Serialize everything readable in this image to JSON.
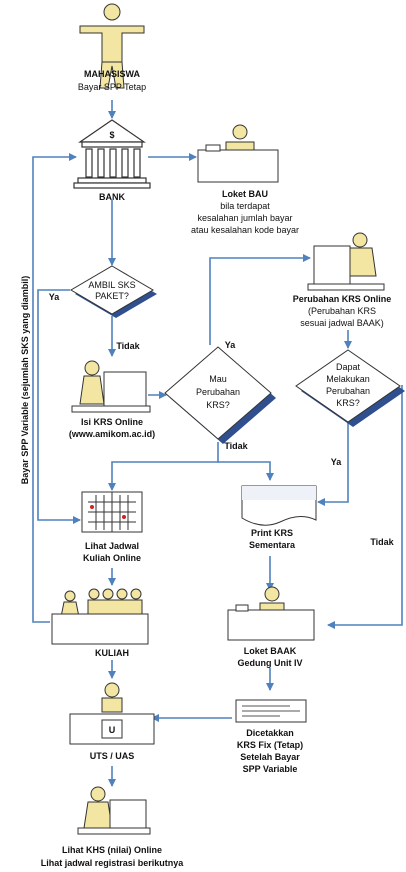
{
  "nodes": {
    "mahasiswa": {
      "title": "MAHASISWA",
      "subtitle": "Bayar SPP Tetap"
    },
    "bank": {
      "title": "BANK",
      "symbol": "$"
    },
    "loket_bau": {
      "title": "Loket BAU",
      "lines": [
        "bila terdapat",
        "kesalahan jumlah bayar",
        "atau kesalahan kode bayar"
      ]
    },
    "ambil_sks": {
      "lines": [
        "AMBIL SKS",
        "PAKET?"
      ]
    },
    "isi_krs": {
      "title": "Isi KRS Online",
      "subtitle": "(www.amikom.ac.id)"
    },
    "mau_perubahan": {
      "lines": [
        "Mau",
        "Perubahan",
        "KRS?"
      ]
    },
    "perubahan_krs": {
      "title": "Perubahan KRS Online",
      "lines": [
        "(Perubahan KRS",
        "sesuai jadwal BAAK)"
      ]
    },
    "dapat_melakukan": {
      "lines": [
        "Dapat",
        "Melakukan",
        "Perubahan",
        "KRS?"
      ]
    },
    "jadwal": {
      "title": "Lihat Jadwal",
      "subtitle": "Kuliah Online"
    },
    "print_krs": {
      "title": "Print KRS",
      "subtitle": "Sementara"
    },
    "kuliah": {
      "title": "KULIAH"
    },
    "loket_baak": {
      "title": "Loket BAAK",
      "subtitle": "Gedung Unit IV"
    },
    "uts": {
      "title": "UTS / UAS",
      "symbol": "U"
    },
    "dicetak": {
      "lines": [
        "Dicetakkan",
        "KRS Fix (Tetap)",
        "Setelah Bayar",
        "SPP Variable"
      ]
    },
    "khs": {
      "title": "Lihat KHS (nilai) Online",
      "subtitle": "Lihat jadwal registrasi berikutnya"
    }
  },
  "edge_labels": {
    "ya": "Ya",
    "tidak": "Tidak",
    "side_loop": "Bayar SPP Variable (sejumlah SKS yang diambil)"
  },
  "colors": {
    "line": "#4f81bd",
    "diamond_fill": "#ffffff",
    "diamond_shadow": "#2f4f8f",
    "icon_fill": "#f3e6a3",
    "icon_stroke": "#333333"
  }
}
